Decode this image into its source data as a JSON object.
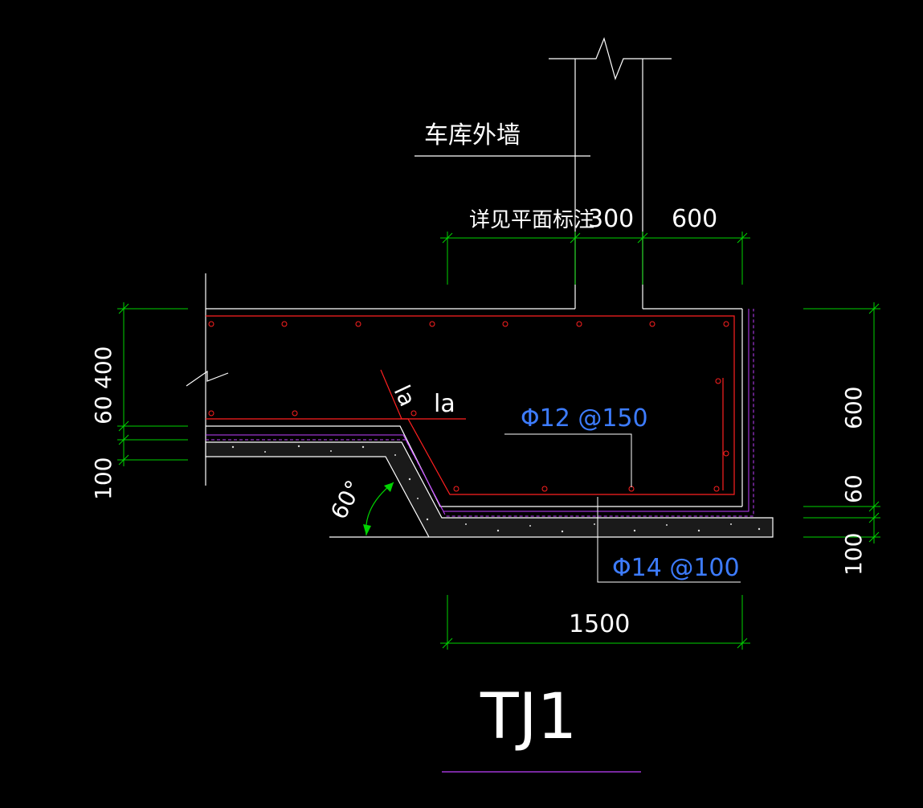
{
  "title": "TJ1",
  "labels": {
    "wall": "车库外墙",
    "see_plan": "详见平面标注",
    "la_diag": "la",
    "la_horiz": "la",
    "angle": "60°"
  },
  "dimensions": {
    "top_left": "300",
    "top_right": "600",
    "left_400": "400",
    "left_60": "60",
    "left_100": "100",
    "right_600": "600",
    "right_60": "60",
    "right_100": "100",
    "bottom": "1500"
  },
  "rebar": {
    "upper": "Φ12 @150",
    "lower": "Φ14 @100"
  },
  "colors": {
    "background": "#000000",
    "line": "#ffffff",
    "dimension": "#00d400",
    "rebar": "#ff2020",
    "waterproof": "#c040ff",
    "note": "#3d7cff"
  }
}
